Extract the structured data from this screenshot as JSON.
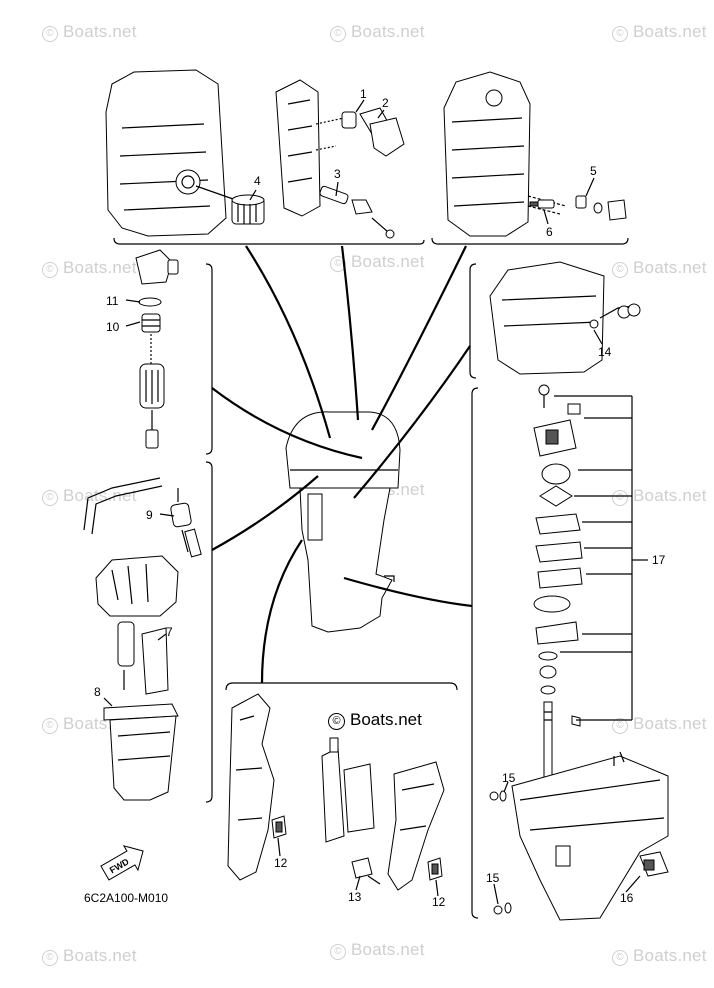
{
  "watermark_text": "Boats.net",
  "watermark_symbol": "©",
  "copyright_text": "Boats.net",
  "diagram_code": "6C2A100-M010",
  "fwd_label": "FWD",
  "callouts": {
    "c1": "1",
    "c2": "2",
    "c3": "3",
    "c4": "4",
    "c5": "5",
    "c6": "6",
    "c7": "7",
    "c8": "8",
    "c9": "9",
    "c10": "10",
    "c11": "11",
    "c12a": "12",
    "c12b": "12",
    "c13": "13",
    "c14": "14",
    "c15a": "15",
    "c15b": "15",
    "c16": "16",
    "c17": "17"
  },
  "colors": {
    "ink": "#000000",
    "watermark": "#cfcfcf",
    "background": "#ffffff"
  }
}
